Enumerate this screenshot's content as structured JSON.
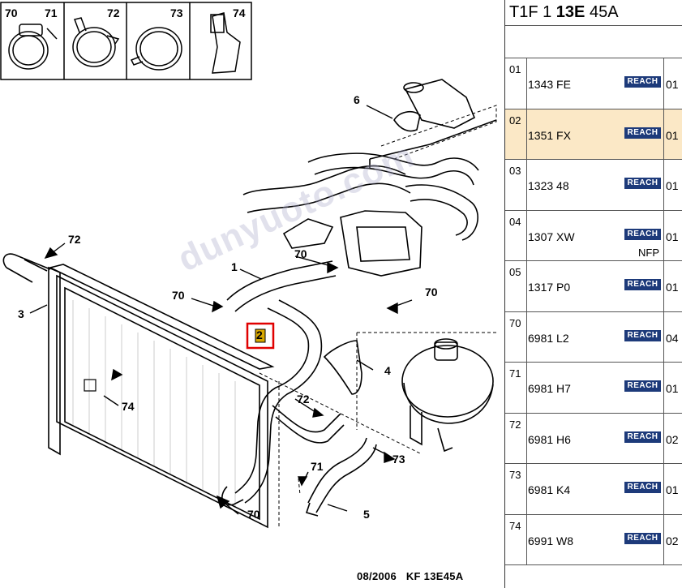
{
  "reference": {
    "prefix": "T1F 1 ",
    "bold": "13E",
    "suffix": " 45A"
  },
  "legend": [
    "70",
    "71",
    "72",
    "73",
    "74"
  ],
  "callouts": {
    "c1": "1",
    "c2": "2",
    "c3": "3",
    "c4": "4",
    "c5": "5",
    "c6": "6",
    "c70a": "70",
    "c70b": "70",
    "c70c": "70",
    "c70d": "70",
    "c71": "71",
    "c72a": "72",
    "c72b": "72",
    "c73": "73",
    "c74": "74"
  },
  "watermark": "dunyuoto.com",
  "footer": "08/2006   KF 13E45A",
  "badge_label": "REACH",
  "colors": {
    "selected_row": "#fbe8c6",
    "badge": "#1d3a7a",
    "highlight_box": "#e00000"
  },
  "parts": [
    {
      "index": "01",
      "part_number": "1343 FE",
      "qty": "01",
      "note": ""
    },
    {
      "index": "02",
      "part_number": "1351 FX",
      "qty": "01",
      "note": "",
      "selected": true
    },
    {
      "index": "03",
      "part_number": "1323 48",
      "qty": "01",
      "note": ""
    },
    {
      "index": "04",
      "part_number": "1307 XW",
      "qty": "01",
      "note": "NFP"
    },
    {
      "index": "05",
      "part_number": "1317 P0",
      "qty": "01",
      "note": ""
    },
    {
      "index": "70",
      "part_number": "6981 L2",
      "qty": "04",
      "note": ""
    },
    {
      "index": "71",
      "part_number": "6981 H7",
      "qty": "01",
      "note": ""
    },
    {
      "index": "72",
      "part_number": "6981 H6",
      "qty": "02",
      "note": ""
    },
    {
      "index": "73",
      "part_number": "6981 K4",
      "qty": "01",
      "note": ""
    },
    {
      "index": "74",
      "part_number": "6991 W8",
      "qty": "02",
      "note": ""
    }
  ]
}
